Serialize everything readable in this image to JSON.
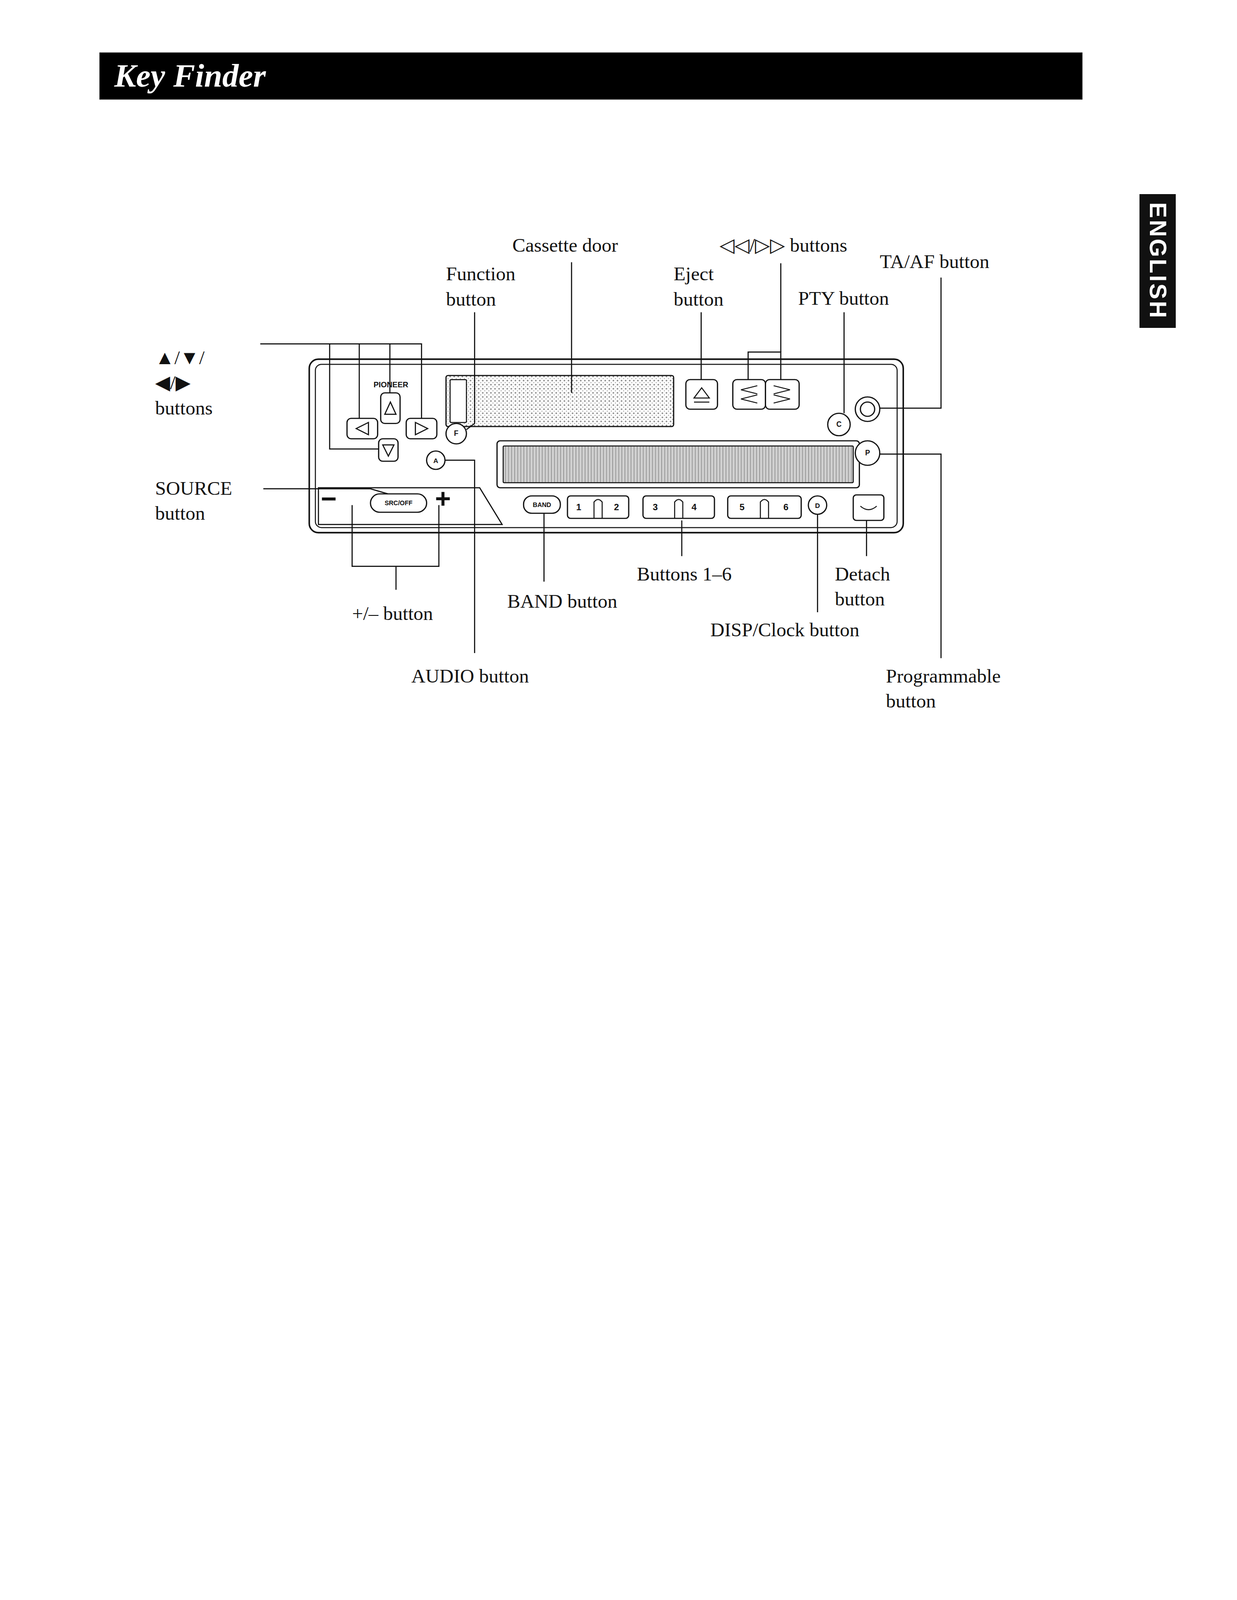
{
  "diagram": {
    "title": "Key Finder",
    "labels": [
      "Cassette door",
      "Function button",
      "Eject button",
      "◁◁/▷▷ buttons",
      "TA/AF button",
      "PTY button",
      "▲/▼/◀/▶ buttons",
      "SOURCE button",
      "+/– button",
      "AUDIO button",
      "Buttons 1–6",
      "BAND button",
      "Detach button",
      "DISP/Clock button",
      "Programmable button",
      "ENGLISH",
      "PIONEER",
      "SRC/OFF",
      "−",
      "+",
      "BAND",
      "1",
      "2",
      "3",
      "4",
      "5",
      "6",
      "F",
      "A",
      "C",
      "P",
      "D"
    ]
  }
}
